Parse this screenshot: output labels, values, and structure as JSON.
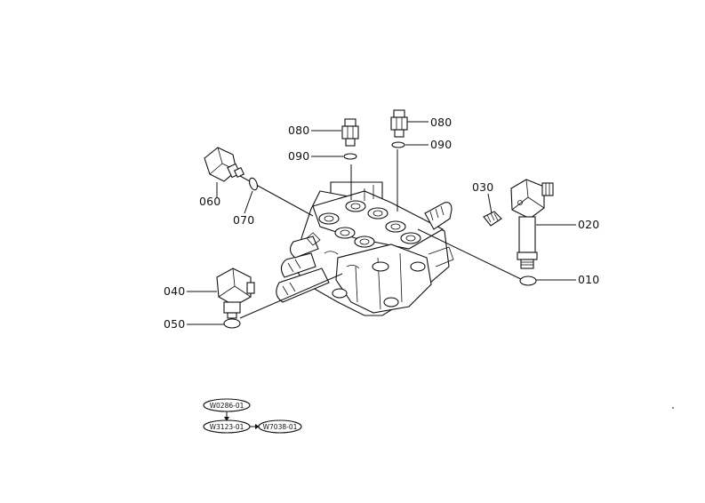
{
  "parts": {
    "p010": "010",
    "p020": "020",
    "p030": "030",
    "p040": "040",
    "p050": "050",
    "p060": "060",
    "p070": "070",
    "p080a": "080",
    "p080b": "080",
    "p090a": "090",
    "p090b": "090"
  },
  "references": {
    "ref1": "W0286-01",
    "ref2": "W3123-01",
    "ref3": "W7038-01"
  }
}
